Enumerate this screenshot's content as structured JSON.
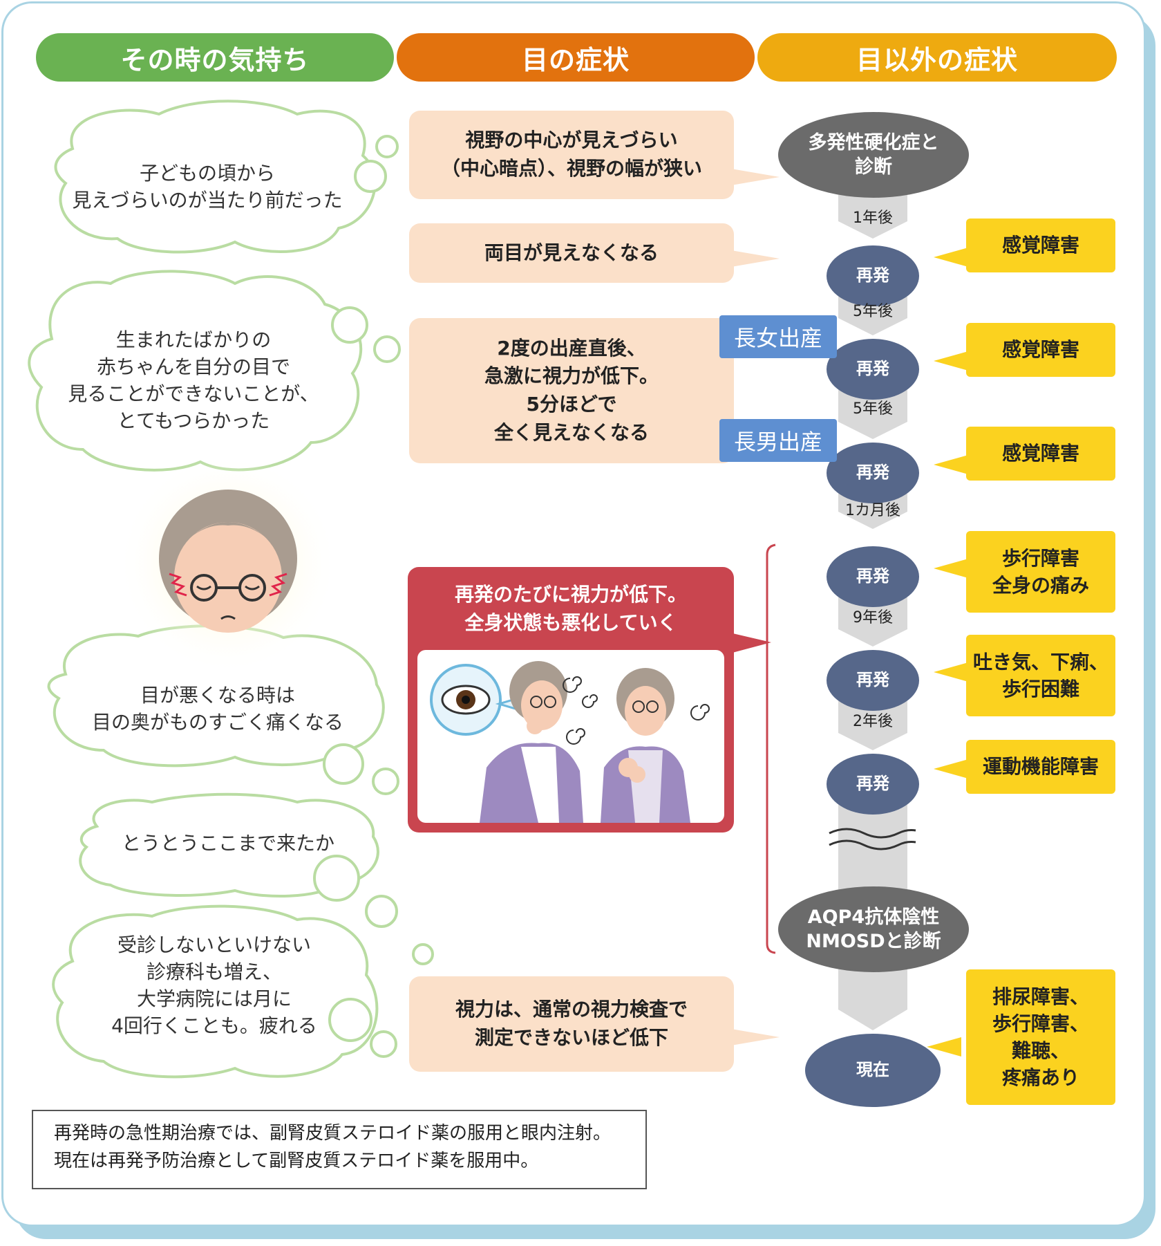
{
  "headers": {
    "feelings": "その時の気持ち",
    "eye": "目の症状",
    "other": "目以外の症状"
  },
  "colors": {
    "feelings_header": "#6ab252",
    "eye_header": "#e2720e",
    "other_header": "#eeaa10",
    "eye_box": "#fbe0c9",
    "relapse_oval": "#56678a",
    "milestone_oval": "#6b6b6b",
    "other_box": "#fbd21f",
    "birth_label": "#5e8fd1",
    "alert_box": "#c9454f"
  },
  "feelings": [
    "子どもの頃から\n見えづらいのが当たり前だった",
    "生まれたばかりの\n赤ちゃんを自分の目で\n見ることができないことが、\nとてもつらかった",
    "目が悪くなる時は\n目の奥がものすごく痛くなる",
    "とうとうここまで来たか",
    "受診しないといけない\n診療科も増え、\n大学病院には月に\n4回行くことも。疲れる"
  ],
  "eye_symptoms": [
    "視野の中心が見えづらい\n（中心暗点）、視野の幅が狭い",
    "両目が見えなくなる",
    "2度の出産直後、\n急激に視力が低下。\n5分ほどで\n全く見えなくなる",
    "視力は、通常の視力検査で\n測定できないほど低下"
  ],
  "alert": {
    "title": "再発のたびに視力が低下。\n全身状態も悪化していく"
  },
  "timeline": {
    "start": "多発性硬化症と\n診断",
    "relapse_label": "再発",
    "intervals": [
      "1年後",
      "5年後",
      "5年後",
      "1カ月後",
      "9年後",
      "2年後"
    ],
    "diagnosis": "AQP4抗体陰性\nNMOSDと診断",
    "current": "現在"
  },
  "births": [
    "長女出産",
    "長男出産"
  ],
  "other_symptoms": [
    "感覚障害",
    "感覚障害",
    "感覚障害",
    "歩行障害\n全身の痛み",
    "吐き気、下痢、\n歩行困難",
    "運動機能障害",
    "排尿障害、\n歩行障害、\n難聴、\n疼痛あり"
  ],
  "note": {
    "line1": "再発時の急性期治療では、副腎皮質ステロイド薬の服用と眼内注射。",
    "line2": "現在は再発予防治療として副腎皮質ステロイド薬を服用中。"
  },
  "icons": {
    "face": "worried-woman-face-icon",
    "eye": "eye-icon",
    "dizzy": "dizzy-spiral-icon"
  }
}
